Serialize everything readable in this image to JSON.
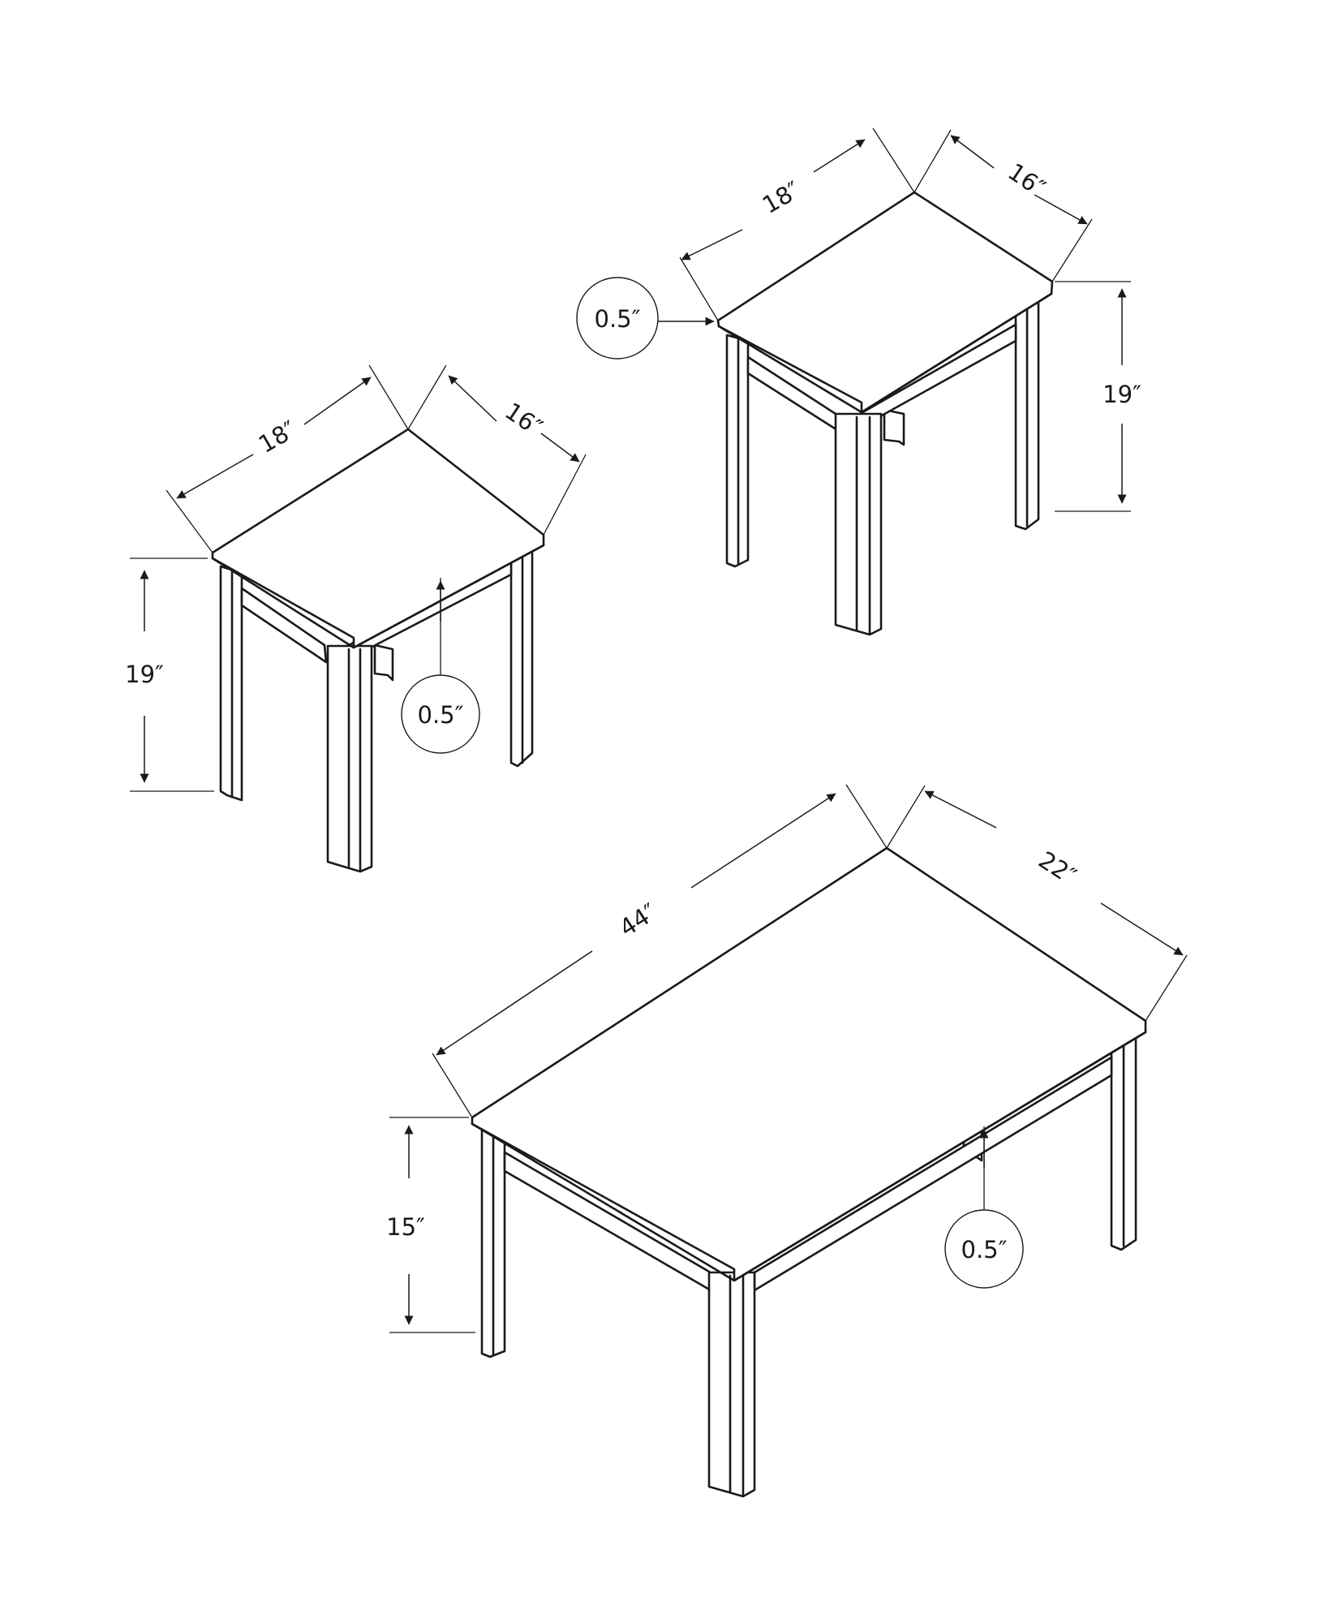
{
  "side_table_left": {
    "length": "18″",
    "width": "16″",
    "height": "19″",
    "thickness": "0.5″"
  },
  "side_table_right": {
    "length": "18″",
    "width": "16″",
    "height": "19″",
    "thickness": "0.5″"
  },
  "coffee_table": {
    "length": "44″",
    "width": "22″",
    "height": "15″",
    "thickness": "0.5″"
  },
  "colors": {
    "line": "#1a1a1a",
    "background": "#ffffff"
  }
}
